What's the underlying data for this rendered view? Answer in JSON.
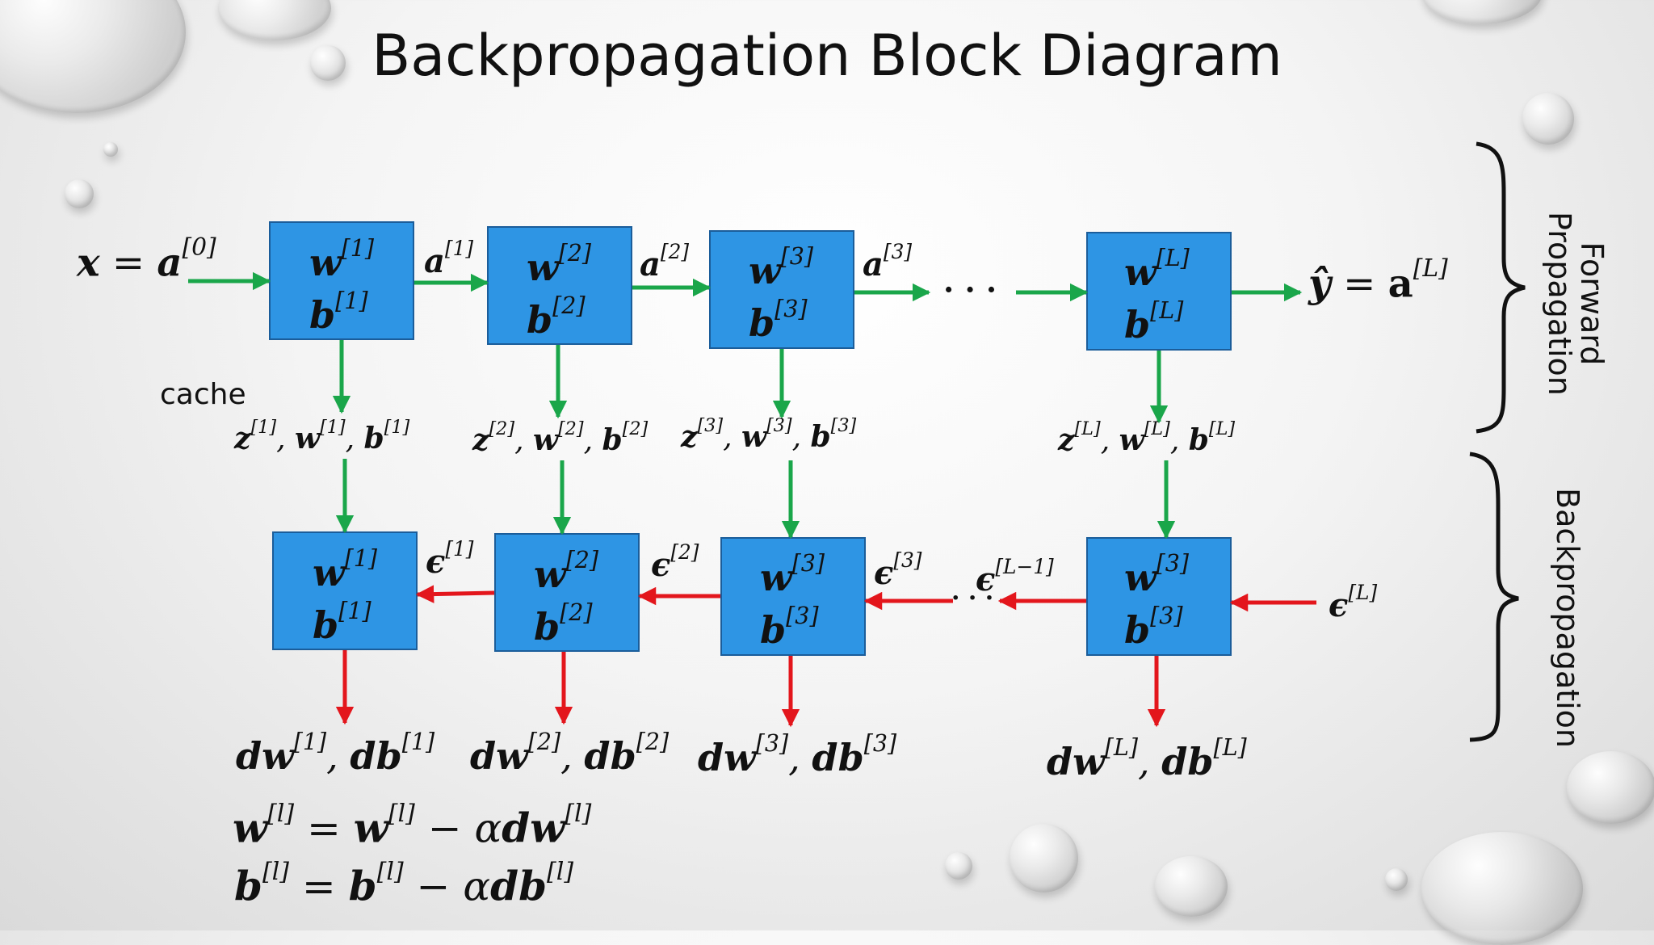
{
  "title": "Backpropagation Block Diagram",
  "cache_label": "cache",
  "forward_label_1": "Forward",
  "forward_label_2": "Propagation",
  "backprop_label": "Backpropagation",
  "colors": {
    "box_fill": "#2e95e4",
    "forward_arrow": "#1aa64a",
    "backward_arrow": "#e3161c"
  },
  "forward": {
    "input": {
      "lhs": "x",
      "eq": " = ",
      "a": "a",
      "sup": "[0]"
    },
    "blocks": [
      {
        "w": "w",
        "b": "b",
        "sup": "[1]"
      },
      {
        "w": "w",
        "b": "b",
        "sup": "[2]"
      },
      {
        "w": "w",
        "b": "b",
        "sup": "[3]"
      },
      {
        "w": "w",
        "b": "b",
        "sup": "[L]"
      }
    ],
    "activations": [
      {
        "a": "a",
        "sup": "[1]"
      },
      {
        "a": "a",
        "sup": "[2]"
      },
      {
        "a": "a",
        "sup": "[3]"
      }
    ],
    "dots": "· · ·",
    "output": {
      "lhs": "ŷ",
      "eq": " = ",
      "a": "a",
      "sup": "[L]"
    }
  },
  "caches": [
    {
      "z": "z",
      "w": "w",
      "b": "b",
      "sup": "[1]",
      "sep": ", "
    },
    {
      "z": "z",
      "w": "w",
      "b": "b",
      "sup": "[2]",
      "sep": ", "
    },
    {
      "z": "z",
      "w": "w",
      "b": "b",
      "sup": "[3]",
      "sep": ", "
    },
    {
      "z": "z",
      "w": "w",
      "b": "b",
      "sup": "[L]",
      "sep": ", "
    }
  ],
  "backward": {
    "blocks": [
      {
        "w": "w",
        "b": "b",
        "sup": "[1]"
      },
      {
        "w": "w",
        "b": "b",
        "sup": "[2]"
      },
      {
        "w": "w",
        "b": "b",
        "sup": "[3]"
      },
      {
        "w": "w",
        "b": "b",
        "sup": "[3]"
      }
    ],
    "errors": [
      {
        "e": "ϵ",
        "sup": "[1]"
      },
      {
        "e": "ϵ",
        "sup": "[2]"
      },
      {
        "e": "ϵ",
        "sup": "[3]"
      },
      {
        "e": "ϵ",
        "sup": "[L−1]"
      },
      {
        "e": "ϵ",
        "sup": "[L]"
      }
    ],
    "dots": "· · ·",
    "grads": [
      {
        "dw": "dw",
        "db": "db",
        "sup": "[1]",
        "sep": ", "
      },
      {
        "dw": "dw",
        "db": "db",
        "sup": "[2]",
        "sep": ", "
      },
      {
        "dw": "dw",
        "db": "db",
        "sup": "[3]",
        "sep": ", "
      },
      {
        "dw": "dw",
        "db": "db",
        "sup": "[L]",
        "sep": ", "
      }
    ]
  },
  "update_rules": [
    {
      "lhs": "w",
      "sup": "[l]",
      "eq": " = ",
      "rhs": "w",
      "minus": " − α",
      "d": "dw"
    },
    {
      "lhs": "b",
      "sup": "[l]",
      "eq": " = ",
      "rhs": "b",
      "minus": " − α",
      "d": "db"
    }
  ]
}
